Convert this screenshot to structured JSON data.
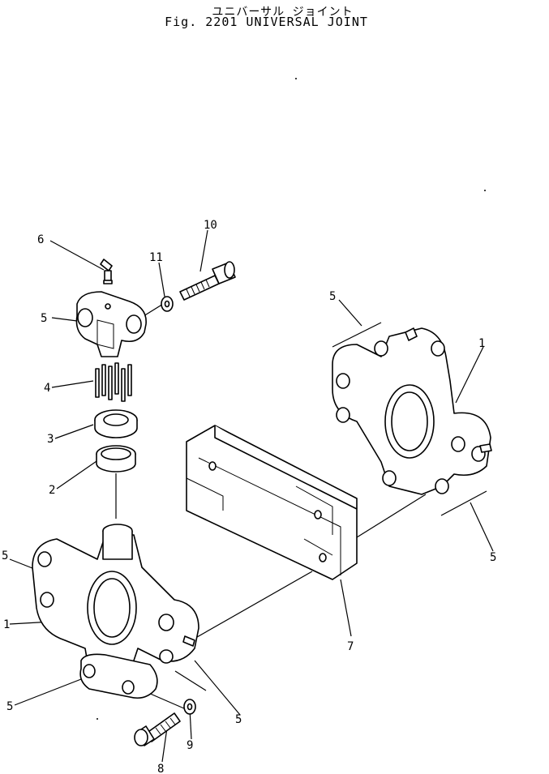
{
  "header": {
    "title_jp": "ユニバーサル ジョイント",
    "title_en": "Fig. 2201 UNIVERSAL JOINT"
  },
  "callouts": [
    {
      "id": "c10",
      "text": "10"
    },
    {
      "id": "c11",
      "text": "11"
    },
    {
      "id": "c6",
      "text": "6"
    },
    {
      "id": "c5a",
      "text": "5"
    },
    {
      "id": "c4",
      "text": "4"
    },
    {
      "id": "c3",
      "text": "3"
    },
    {
      "id": "c2",
      "text": "2"
    },
    {
      "id": "c5b",
      "text": "5"
    },
    {
      "id": "c1a",
      "text": "1"
    },
    {
      "id": "c5c",
      "text": "5"
    },
    {
      "id": "c5d",
      "text": "5"
    },
    {
      "id": "c8",
      "text": "8"
    },
    {
      "id": "c9",
      "text": "9"
    },
    {
      "id": "c7",
      "text": "7"
    },
    {
      "id": "c5e",
      "text": "5"
    },
    {
      "id": "c1b",
      "text": "1"
    },
    {
      "id": "c5f",
      "text": "5"
    }
  ]
}
